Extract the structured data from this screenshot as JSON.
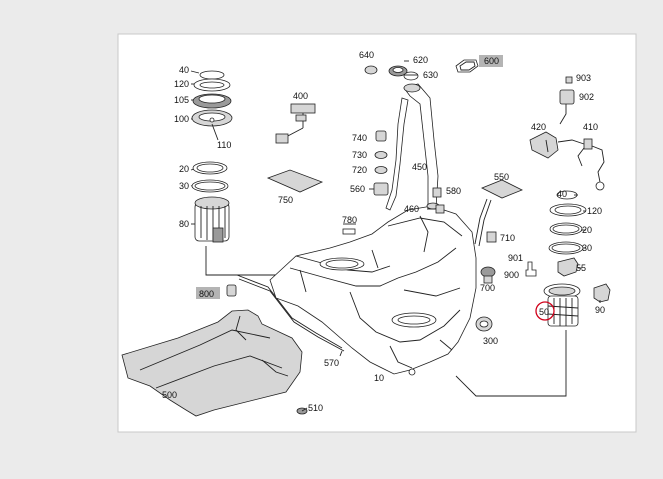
{
  "diagram": {
    "labels": {
      "l40": "40",
      "l120": "120",
      "l105": "105",
      "l100": "100",
      "l110": "110",
      "l20": "20",
      "l30": "30",
      "l80": "80",
      "l800": "800",
      "l500": "500",
      "l510": "510",
      "l570": "570",
      "l10": "10",
      "l750": "750",
      "l780": "780",
      "l400": "400",
      "l640": "640",
      "l620": "620",
      "l630": "630",
      "l600": "600",
      "l740": "740",
      "l730": "730",
      "l720": "720",
      "l560": "560",
      "l450": "450",
      "l580": "580",
      "l460": "460",
      "l550": "550",
      "l710": "710",
      "l700": "700",
      "l300": "300",
      "l903": "903",
      "l902": "902",
      "l420": "420",
      "l410": "410",
      "r40": "40",
      "r120": "120",
      "r20": "20",
      "r30": "30",
      "l901": "901",
      "l900": "900",
      "l55": "55",
      "l50": "50",
      "l90": "90"
    },
    "highlight_color": "#d0021b",
    "box_color": "#b4b4b4"
  }
}
